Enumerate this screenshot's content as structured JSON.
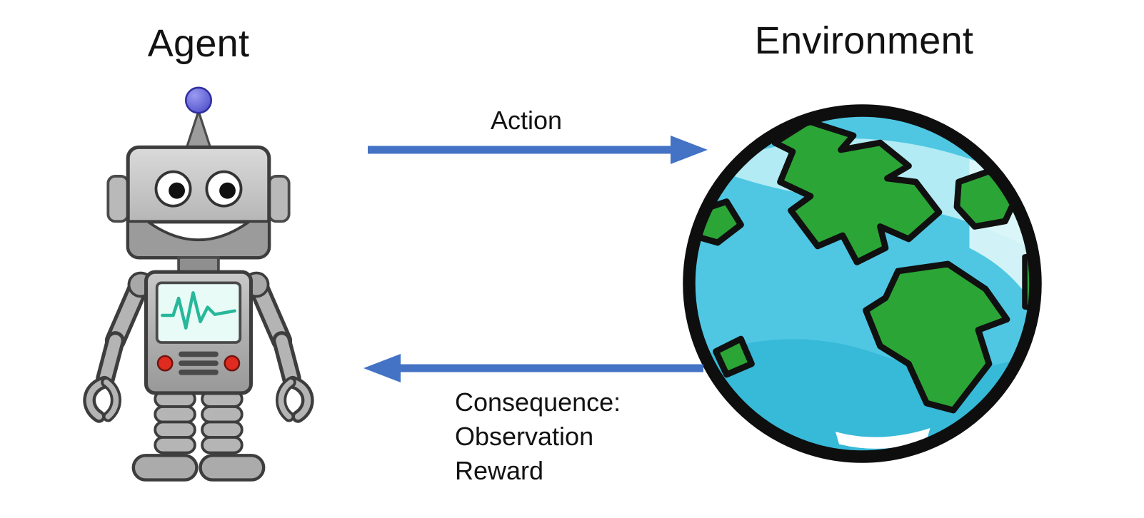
{
  "diagram": {
    "agent_label": "Agent",
    "environment_label": "Environment",
    "action_label": "Action",
    "consequence_label": {
      "line1": "Consequence:",
      "line2": "Observation",
      "line3": "Reward"
    },
    "icons": {
      "agent": "robot-icon",
      "environment": "earth-globe-icon",
      "action": "right-arrow-icon",
      "consequence": "left-arrow-icon"
    },
    "colors": {
      "arrow_blue": "#4472C4",
      "text": "#141414",
      "background": "#FFFFFF",
      "earth_ocean": "#4FC7E3",
      "earth_land": "#2CA537",
      "robot_metal": "#B4B4B4",
      "antenna_ball": "#5555D0",
      "screen_wave_teal": "#28B79A",
      "button_red": "#E02C20"
    }
  }
}
